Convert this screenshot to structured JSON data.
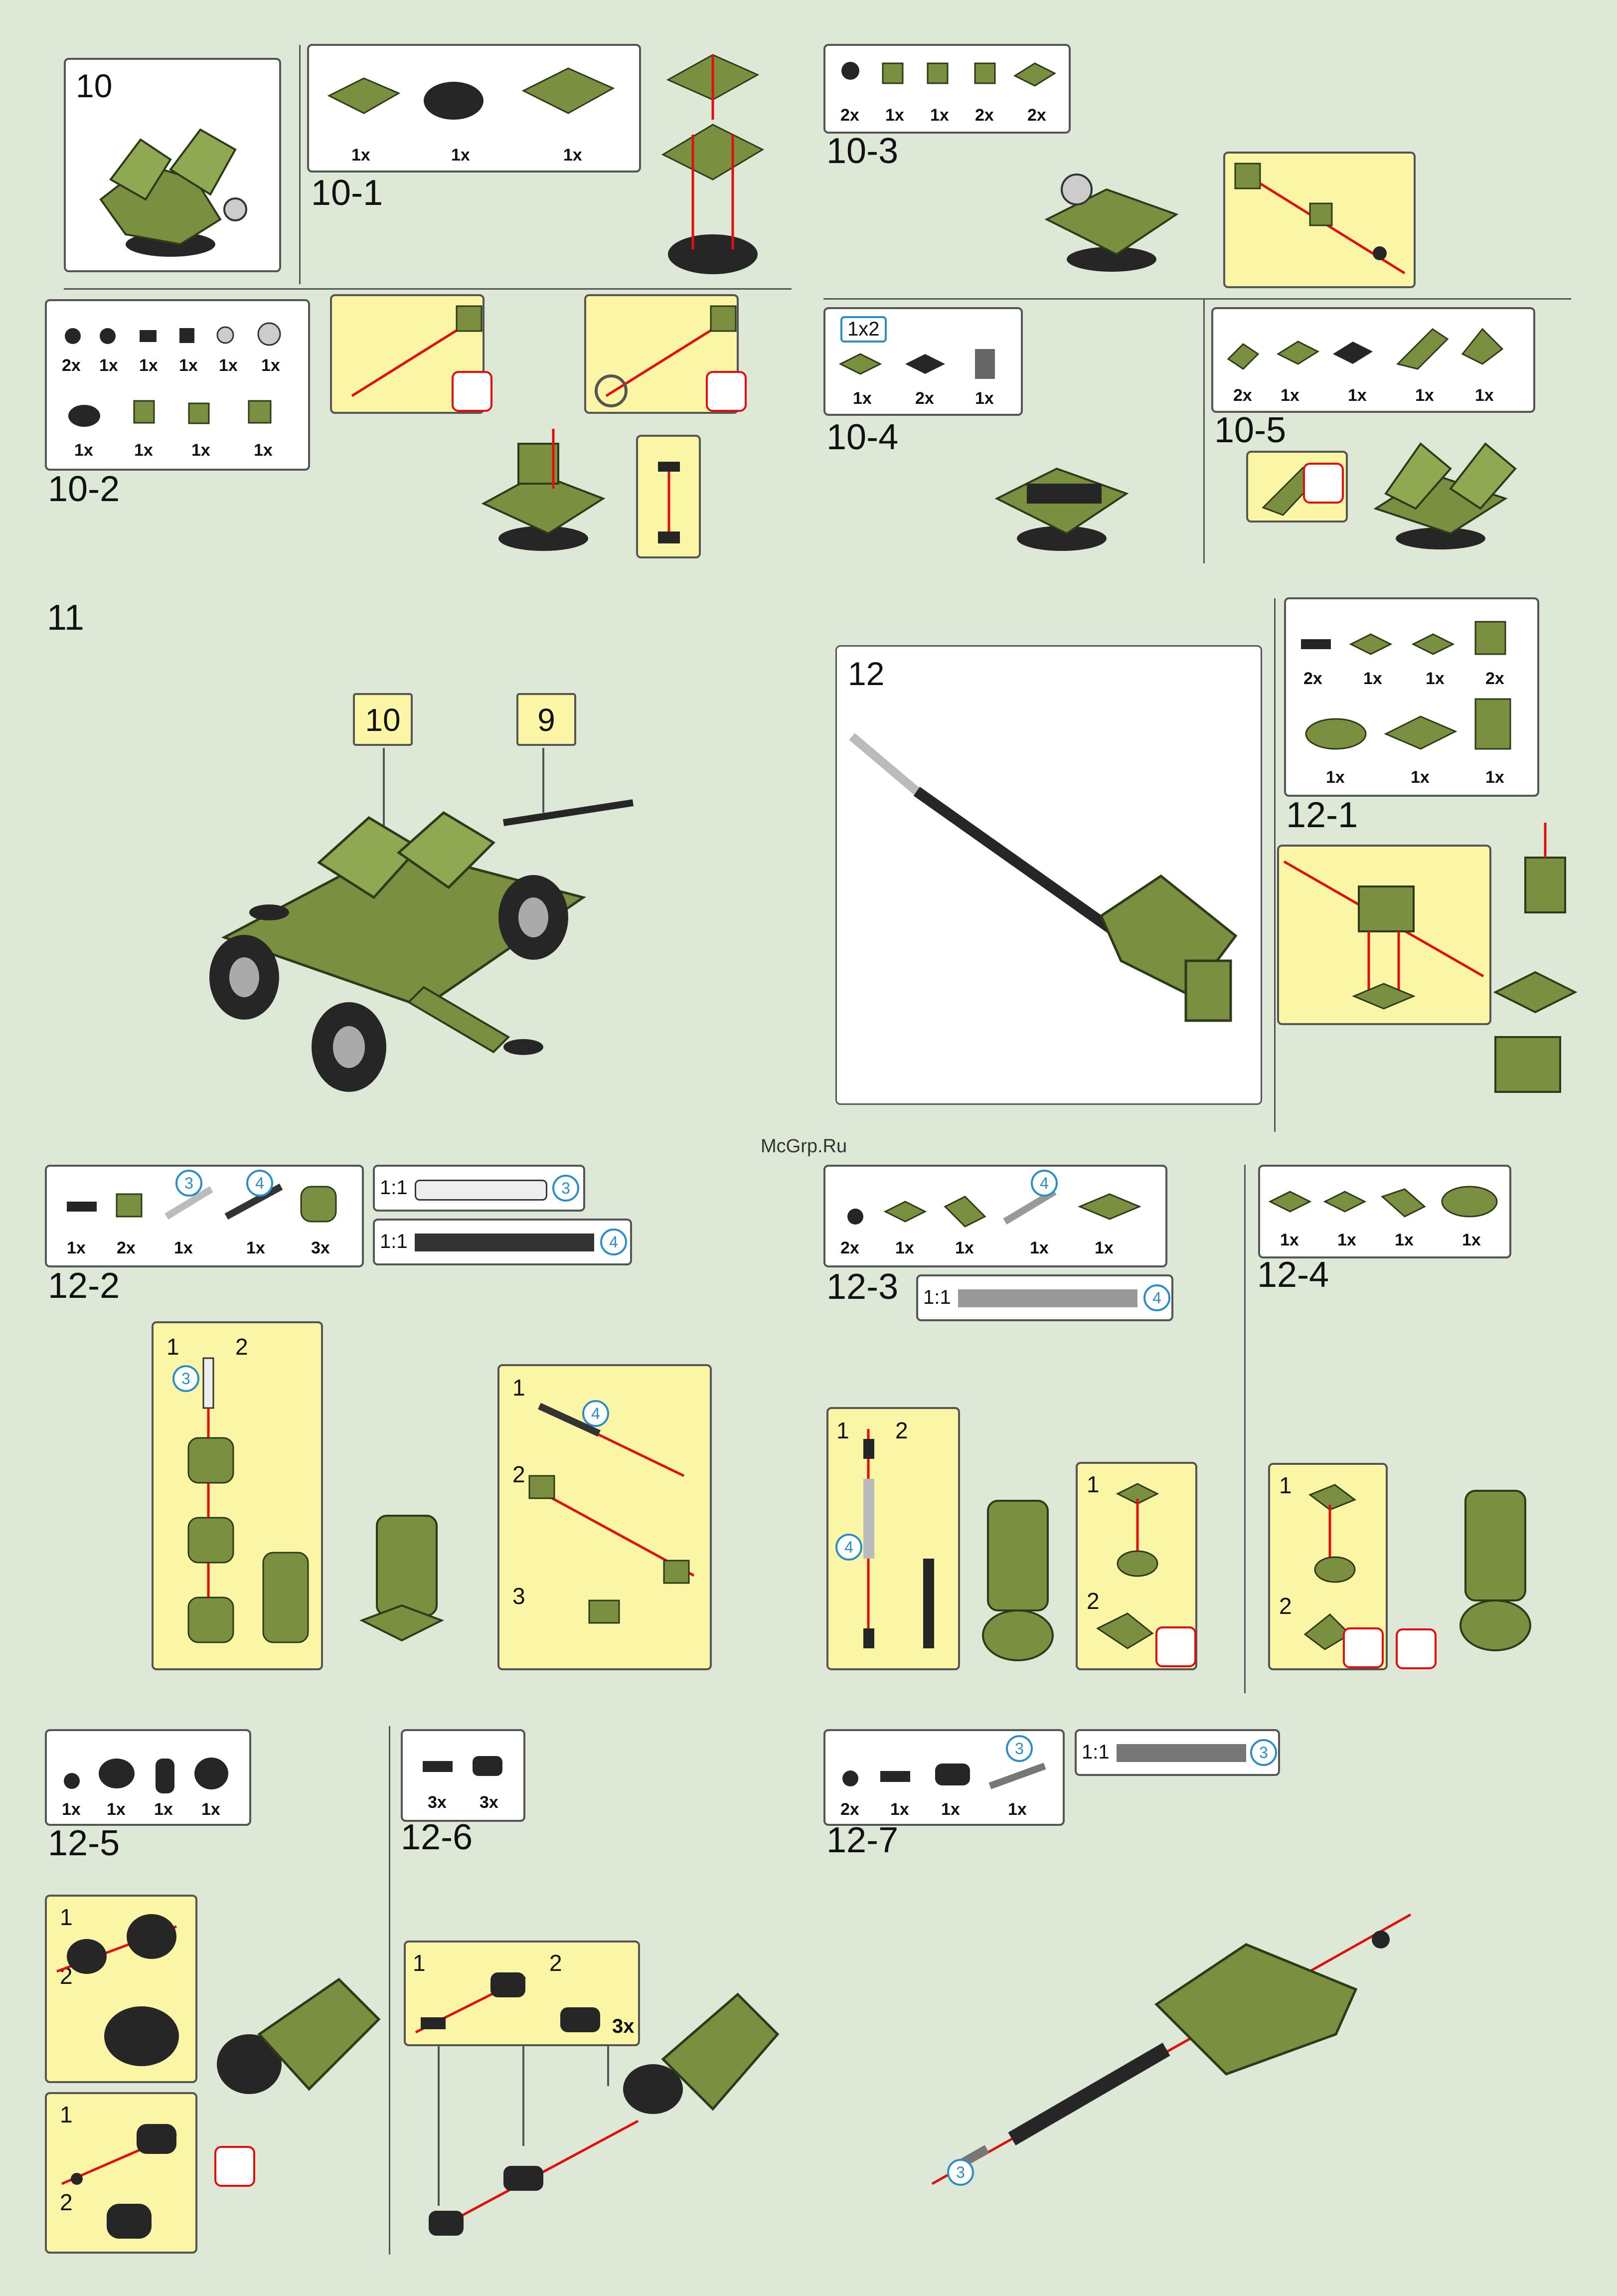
{
  "watermark": "McGrp.Ru",
  "colors": {
    "brick_green": "#7a9040",
    "brick_dark": "#262626",
    "background": "#dde8d6",
    "callout_yellow": "#fbf5a6",
    "arrow_red": "#e01010",
    "circle_blue": "#2a8ec8"
  },
  "steps": {
    "s10": {
      "title": "10"
    },
    "s10_1": {
      "label": "10-1",
      "counts": [
        "1x",
        "1x",
        "1x"
      ]
    },
    "s10_2": {
      "label": "10-2",
      "counts_row1": [
        "2x",
        "1x",
        "1x",
        "1x",
        "1x",
        "1x"
      ],
      "counts_row2": [
        "1x",
        "1x",
        "1x",
        "1x"
      ]
    },
    "s10_3": {
      "label": "10-3",
      "counts": [
        "2x",
        "1x",
        "1x",
        "2x",
        "2x"
      ]
    },
    "s10_4": {
      "label": "10-4",
      "tag": "1x2",
      "counts": [
        "1x",
        "2x",
        "1x"
      ]
    },
    "s10_5": {
      "label": "10-5",
      "counts": [
        "2x",
        "1x",
        "1x",
        "1x",
        "1x"
      ]
    },
    "s11": {
      "title": "11",
      "callout_a": "10",
      "callout_b": "9"
    },
    "s12": {
      "title": "12"
    },
    "s12_1": {
      "label": "12-1",
      "counts_row1": [
        "2x",
        "1x",
        "1x",
        "2x"
      ],
      "counts_row2": [
        "1x",
        "1x",
        "1x"
      ]
    },
    "s12_2": {
      "label": "12-2",
      "counts": [
        "1x",
        "2x",
        "1x",
        "1x",
        "3x"
      ],
      "circle_a": "3",
      "circle_b": "4",
      "scale_a": "1:1",
      "scale_b": "1:1",
      "sub1": "1",
      "sub2": "2",
      "sub3": "3",
      "sub_r1": "1",
      "sub_r2": "2",
      "sub_r3": "3"
    },
    "s12_3": {
      "label": "12-3",
      "counts": [
        "2x",
        "1x",
        "1x",
        "1x",
        "1x"
      ],
      "circle": "4",
      "scale": "1:1",
      "sub1": "1",
      "sub2": "2",
      "sub_r1": "1",
      "sub_r2": "2"
    },
    "s12_4": {
      "label": "12-4",
      "counts": [
        "1x",
        "1x",
        "1x",
        "1x"
      ],
      "sub1": "1",
      "sub2": "2"
    },
    "s12_5": {
      "label": "12-5",
      "counts": [
        "1x",
        "1x",
        "1x",
        "1x"
      ],
      "sub_a1": "1",
      "sub_a2": "2",
      "sub_b1": "1",
      "sub_b2": "2"
    },
    "s12_6": {
      "label": "12-6",
      "counts": [
        "3x",
        "3x"
      ],
      "sub1": "1",
      "sub2": "2",
      "mult": "3x"
    },
    "s12_7": {
      "label": "12-7",
      "counts": [
        "2x",
        "1x",
        "1x",
        "1x"
      ],
      "circle": "3",
      "scale": "1:1"
    }
  }
}
